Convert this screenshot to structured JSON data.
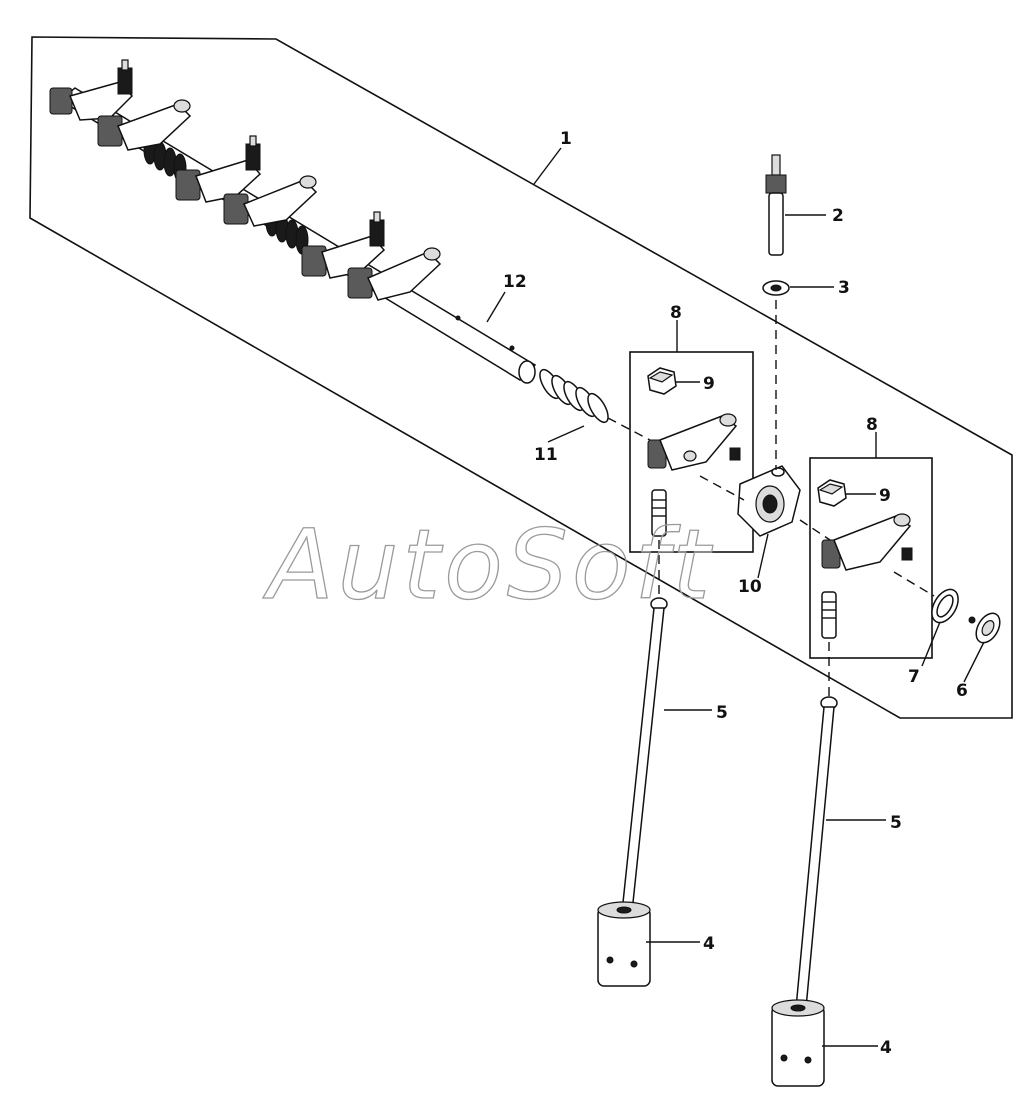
{
  "callouts": {
    "c1": "1",
    "c2": "2",
    "c3": "3",
    "c4a": "4",
    "c4b": "4",
    "c5a": "5",
    "c5b": "5",
    "c6": "6",
    "c7": "7",
    "c8a": "8",
    "c8b": "8",
    "c9a": "9",
    "c9b": "9",
    "c10": "10",
    "c11": "11",
    "c12": "12"
  },
  "watermark": "AutoSoft"
}
